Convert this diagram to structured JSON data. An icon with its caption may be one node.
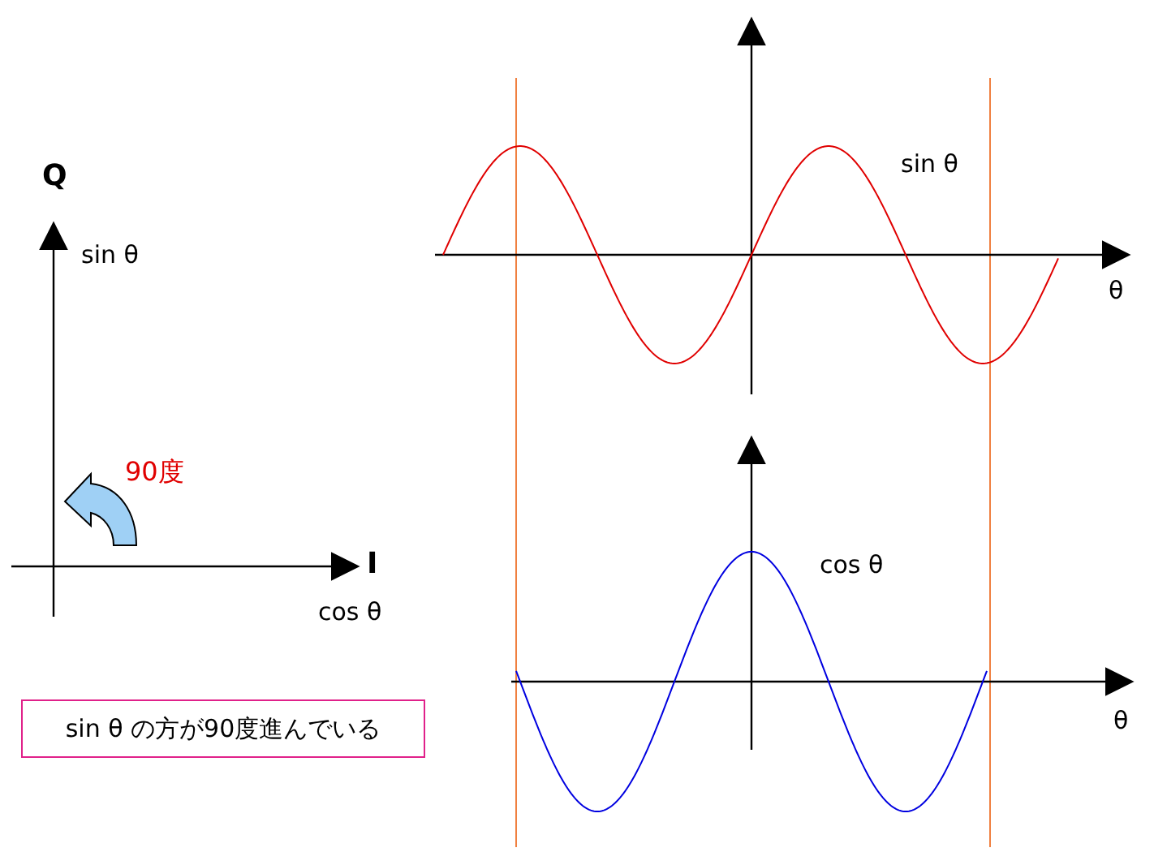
{
  "diagram": {
    "nodes": [
      {
        "text": [
          "sin θ の方が90度進んでいる"
        ]
      }
    ],
    "edges": [],
    "labels": [
      "Q",
      "sin θ",
      "90度",
      "I",
      "cos θ",
      "sin θ",
      "θ",
      "cos θ",
      "θ"
    ]
  }
}
